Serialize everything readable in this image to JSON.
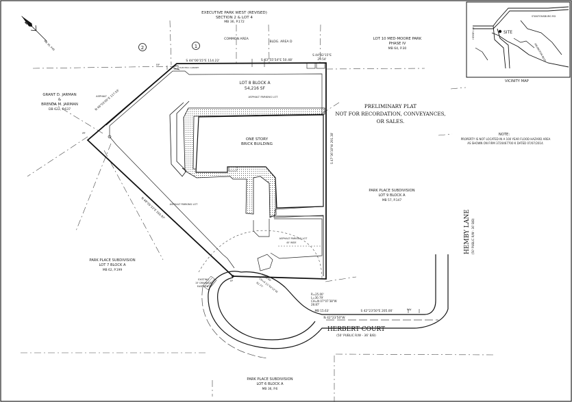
{
  "title_block": {
    "line1": "EXECUTIVE PARK WEST (REVISED)",
    "line2": "SECTION 2 & LOT 4",
    "line3": "MB 36, P.172"
  },
  "north_arrow": {
    "label": "MB 36, P.69"
  },
  "lot_circles": [
    "2",
    "1"
  ],
  "labels": {
    "common_area": "COMMON AREA",
    "bldg_area": "BLDG. AREA D",
    "lot10_1": "LOT 10 MED-MOORE PARK",
    "lot10_2": "PHASE IV",
    "lot10_3": "MB 64, P.30",
    "jarman_1": "GRANT D. JARMAN",
    "jarman_2": "&",
    "jarman_3": "BRENDA M. JARMAN",
    "jarman_4": "DB 622, P.637",
    "lot8_1": "LOT 8 BLOCK A",
    "lot8_2": "54,216 SF",
    "building_1": "ONE STORY",
    "building_2": "BRICK BUILDING",
    "prelim_1": "PRELIMINARY PLAT",
    "prelim_2": "NOT FOR RECORDATION, CONVEYANCES,",
    "prelim_3": "OR SALES.",
    "lot9_1": "PARK PLACE SUBDIVISION",
    "lot9_2": "LOT 9 BLOCK A",
    "lot9_3": "MB 57, P.147",
    "lot7_1": "PARK PLACE SUBDIVISION",
    "lot7_2": "LOT 7 BLOCK A",
    "lot7_3": "MB 62, P.199",
    "lot6_1": "PARK PLACE SUBDIVISION",
    "lot6_2": "LOT 6 BLOCK A",
    "lot6_3": "MB 36, P.6",
    "herbert_1": "HERBERT COURT",
    "herbert_2": "(50' PUBLIC R/W - 36' B/B)",
    "hemby_1": "HEMBY LANE",
    "hemby_2": "(50' PUBLIC R/W - 36' B/B)",
    "note_title": "NOTE:",
    "note_1": "PROPERTY IS NOT LOCATED IN A 100 YEAR FLOOD HAZARD AREA",
    "note_2": "AS SHOWN ON FIRM 3720467700 K DATED 07/07/2014.",
    "asphalt_1": "ASPHALT PARKING LOT",
    "asphalt_2": "ASPHALT PARKING LOT",
    "asphalt_3": "ASPHALT PARKING LOT",
    "asphalt_4": "ASPHALT",
    "electric": "ELECTRIC CABINET",
    "drainage_1": "EXISTING",
    "drainage_2": "15' DRAINAGE",
    "drainage_3": "EASEMENT",
    "pavement": "40' WIDE"
  },
  "bearings": {
    "north_1": "S 44°00'15\"E  114.22'",
    "north_2": "S 43°55'54\"E  50.48'",
    "north_3": "S 44°02'15\"E",
    "north_4": "29.54'",
    "east": "S 47°36'10\"W  291.30'",
    "southwest": "N 48°05'33\"E  350.97'",
    "northwest": "N 46°03'00\"E  117.59'",
    "south_1": "S 42°23'50\"E  205.00'",
    "south_2": "N 42°23'50\"W",
    "south_3": "MB  15.63'",
    "curve_1": "R=25.00'",
    "curve_2": "L=30.79'",
    "curve_3": "CH=N 07°07'38\"W",
    "curve_4": "28.87'",
    "arc_1": "L=60.40'",
    "arc_2": "CH=S 21°02'12\"W",
    "arc_3": "62.77'"
  },
  "vicinity": {
    "site": "SITE",
    "title": "VICINITY MAP",
    "road_1": "STANTONSBURG RD",
    "road_2": "ARLINGTON BLVD",
    "road_3": "HEMBY LN"
  },
  "small_marks": {
    "ip": "EIP",
    "ipf": "IPF",
    "rw": "R/W",
    "ep": "EP"
  }
}
